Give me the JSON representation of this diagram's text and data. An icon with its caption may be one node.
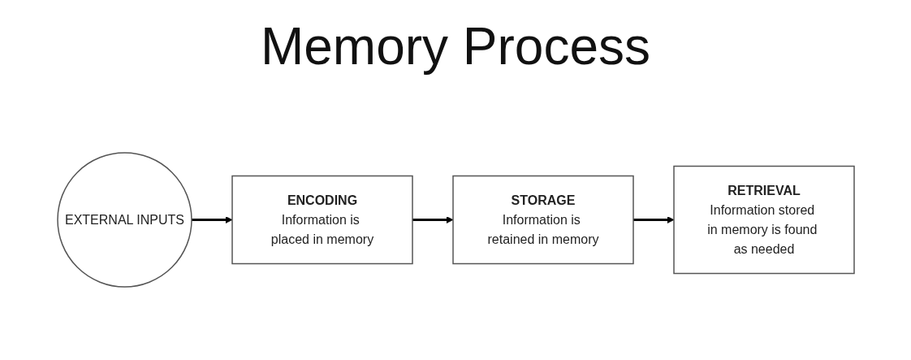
{
  "diagram": {
    "title": "Memory Process",
    "nodes": [
      {
        "text": [
          "EXTERNAL INPUTS"
        ]
      },
      {
        "text": [
          "ENCODING",
          "Information is placed in memory"
        ]
      },
      {
        "text": [
          "STORAGE",
          "Information is retained in memory"
        ]
      },
      {
        "text": [
          "RETRIEVAL",
          "Information stored in memory is found as needed"
        ]
      }
    ],
    "edges": [
      {
        "from": 0,
        "to": 1,
        "arrow": "to"
      },
      {
        "from": 1,
        "to": 2,
        "arrow": "to"
      },
      {
        "from": 2,
        "to": 3,
        "arrow": "to"
      }
    ]
  }
}
